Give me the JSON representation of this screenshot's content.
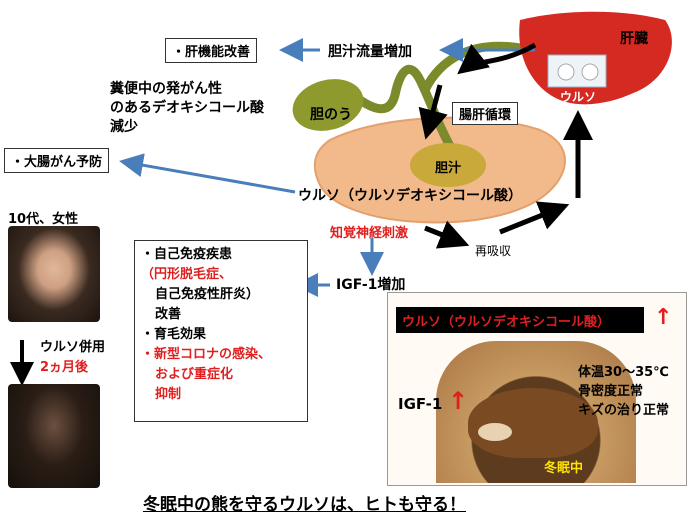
{
  "boxes": {
    "liver_function": "・肝機能改善",
    "colon_cancer": "・大腸がん予防",
    "enterohepatic": "腸肝循環"
  },
  "labels": {
    "bile_flow": "胆汁流量増加",
    "liver": "肝臓",
    "gallbladder": "胆のう",
    "bile": "胆汁",
    "urso_drug": "ウルソ",
    "urso_full": "ウルソ（ウルソデオキシコール酸）",
    "sensory": "知覚神経刺激",
    "reabsorption": "再吸収",
    "igf_increase": "IGF-1増加",
    "deoxycholic": [
      "糞便中の発がん性",
      "のあるデオキシコール酸",
      "減少"
    ]
  },
  "effects": {
    "line1": "・自己免疫疾患",
    "line2": "（円形脱毛症、",
    "line3": "自己免疫性肝炎）",
    "line4": "改善",
    "line5": "・育毛効果",
    "line6": "・新型コロナの感染、",
    "line7": "および重症化",
    "line8": "抑制"
  },
  "patient": {
    "profile": "10代、女性",
    "combined": "ウルソ併用",
    "after": "2ヵ月後"
  },
  "bear_panel": {
    "header": "ウルソ（ウルソデオキシコール酸）",
    "igf": "IGF-1",
    "facts": [
      "体温30～35℃",
      "骨密度正常",
      "キズの治り正常"
    ],
    "hibernation": "冬眠中"
  },
  "caption": "冬眠中の熊を守るウルソは、ヒトも守る！",
  "colors": {
    "arrow_blue": "#4a7ebb",
    "accent_red": "#e02020",
    "header_bg": "#000000"
  }
}
